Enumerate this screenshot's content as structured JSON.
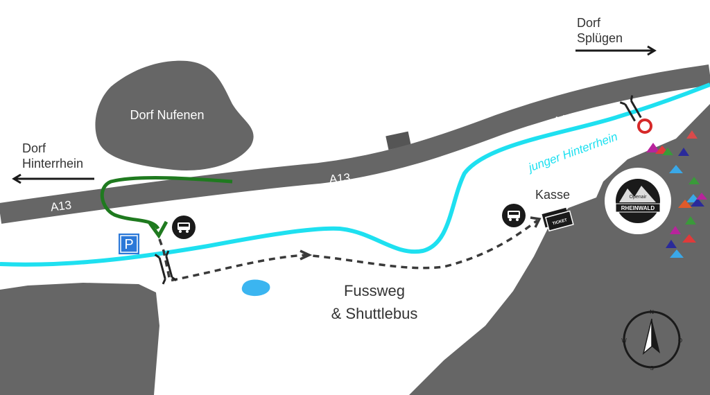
{
  "map": {
    "villages": {
      "nufenen": "Dorf Nufenen",
      "hinterrhein_line1": "Dorf",
      "hinterrhein_line2": "Hinterrhein",
      "spluegen_line1": "Dorf",
      "spluegen_line2": "Splügen"
    },
    "roads": {
      "a13_left": "A13",
      "a13_mid": "A13",
      "a13_right": "A13"
    },
    "river": {
      "label": "junger Hinterrhein"
    },
    "route": {
      "line1": "Fussweg",
      "line2": "& Shuttlebus"
    },
    "ticket": {
      "kasse": "Kasse",
      "ticket_text": "TICKET"
    },
    "parking": {
      "symbol": "P"
    },
    "festival_logo": {
      "line1": "Openair",
      "line2": "RHEINWALD"
    },
    "compass": {
      "n": "N",
      "s": "S",
      "w": "W",
      "o": "O"
    },
    "icons": [
      "bus-icon",
      "parking-icon",
      "bridge-icon",
      "ticket-icon",
      "compass-icon",
      "tent-icon",
      "no-entry-icon",
      "arrow-icon"
    ],
    "colors": {
      "land": "#666666",
      "river": "#1ee0f0",
      "lake": "#3bb5f0",
      "car_route": "#1f7a1f",
      "walk_route": "#3a3a3a",
      "parking_blue": "#2b78d8",
      "stop_red": "#d62828"
    }
  }
}
